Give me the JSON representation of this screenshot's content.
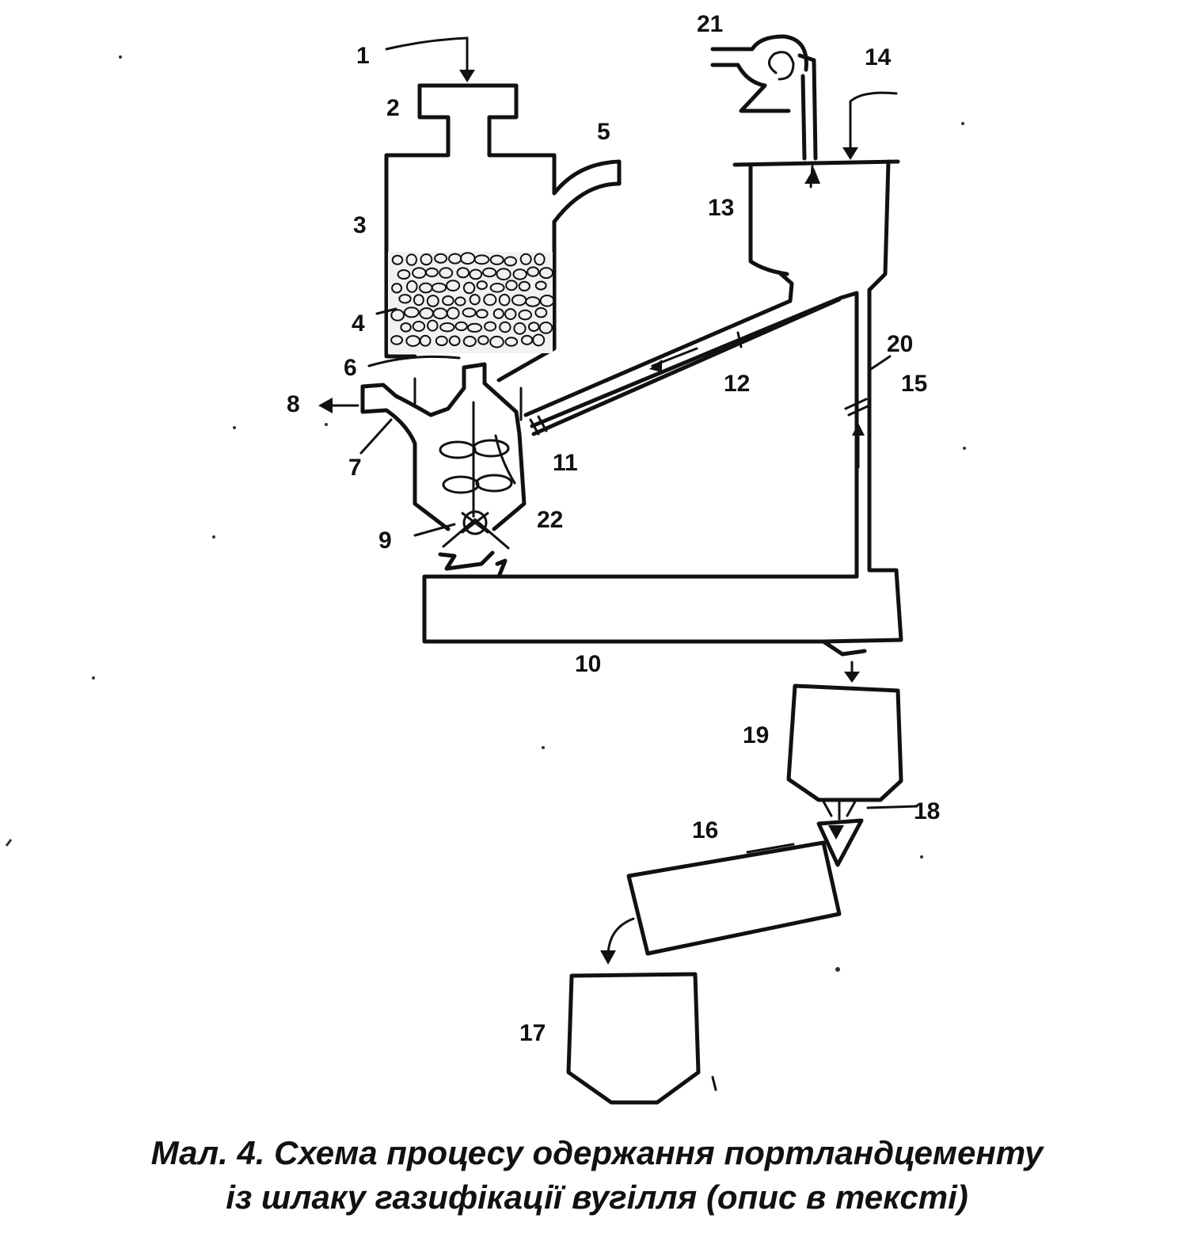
{
  "diagram": {
    "labels": {
      "l1": "1",
      "l2": "2",
      "l3": "3",
      "l4": "4",
      "l5": "5",
      "l6": "6",
      "l7": "7",
      "l8": "8",
      "l9": "9",
      "l10": "10",
      "l11": "11",
      "l12": "12",
      "l13": "13",
      "l14": "14",
      "l15": "15",
      "l16": "16",
      "l17": "17",
      "l18": "18",
      "l19": "19",
      "l20": "20",
      "l21": "21",
      "l22": "22"
    }
  },
  "caption": {
    "line1": "Мал. 4. Схема процесу одержання портландцементу",
    "line2": "із шлаку газифікації вугілля (опис в тексті)"
  }
}
